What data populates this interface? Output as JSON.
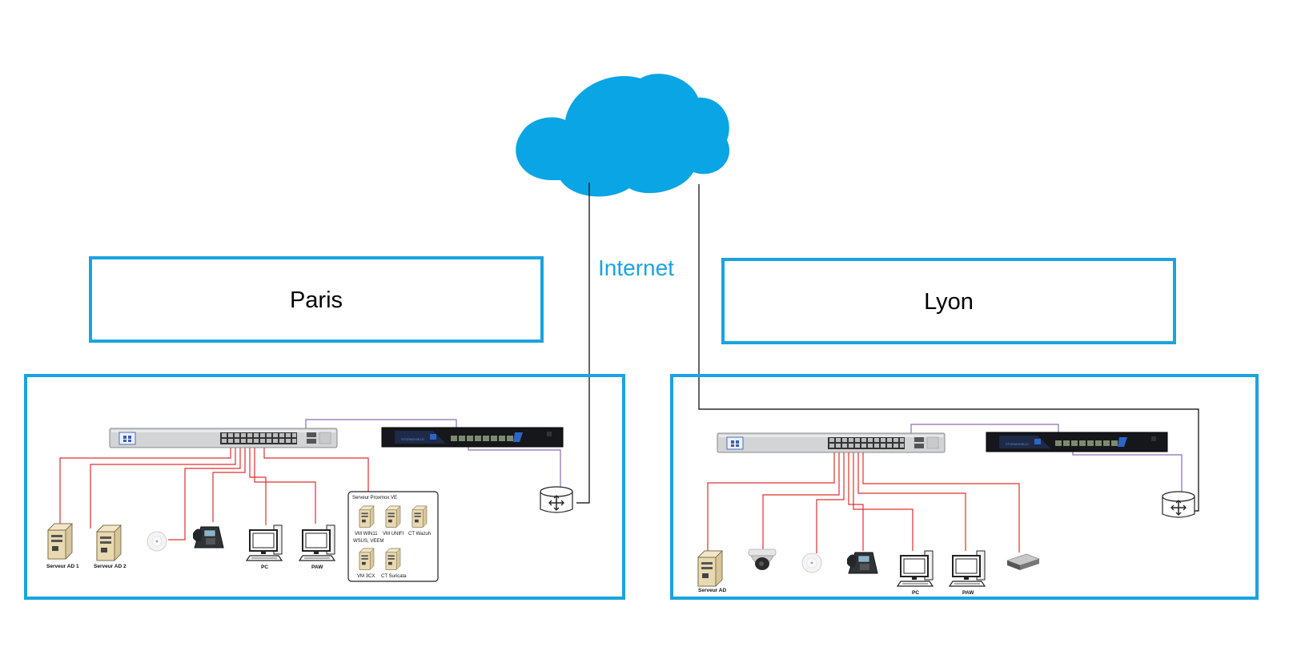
{
  "internet": {
    "label": "Internet"
  },
  "paris": {
    "title": "Paris",
    "labels": {
      "ad1": "Serveur AD 1",
      "ad2": "Serveur AD 2",
      "pc": "PC",
      "paw": "PAW"
    },
    "proxmox": {
      "title": "Serveur Proxmox VE",
      "vms": [
        "VM WIN11",
        "VM UNIFI",
        "CT Wazuh"
      ],
      "vm_note": "WSUS, VEEM",
      "vms2": [
        "VM 3CX",
        "CT Suricata"
      ]
    }
  },
  "lyon": {
    "title": "Lyon",
    "labels": {
      "ad": "Serveur AD",
      "pc": "PC",
      "paw": "PAW"
    }
  },
  "colors": {
    "box_border": "#1aa3e0",
    "cloud": "#0aa5e4",
    "lan_link": "#e03030",
    "uplink": "#8a6db5",
    "wan_link": "#000000"
  }
}
